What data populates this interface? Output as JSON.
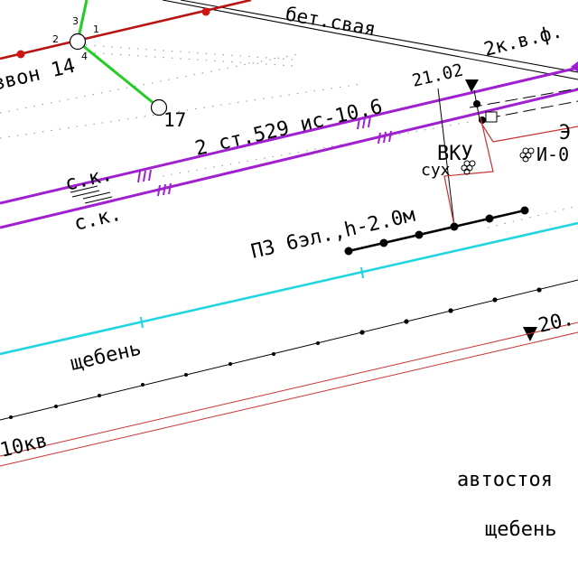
{
  "labels": {
    "bet_svaya": "бет.свая",
    "two_kvf": "2к.в.ф.",
    "zvon": "звон 14",
    "node_17": "17",
    "elev_21": "21.02",
    "cable_desc": "2 ст.529 ис-10.6",
    "sk_upper": "с.к.",
    "sk_lower": "с.к.",
    "vku": "ВКУ",
    "sukh": "сух",
    "i_label": "И-0",
    "e_label": "Э",
    "pz": "ПЗ 6эл.,h-2.0м",
    "shcheben_left": "щебень",
    "elev_20": "20.",
    "kv10": "10кв",
    "avtostoyanka": "автостоя",
    "shcheben_right": "щебень"
  },
  "node_ports": [
    "3",
    "1",
    "2",
    "4"
  ],
  "colors": {
    "red_line": "#b81414",
    "red_point": "#d01515",
    "green_line": "#22cc22",
    "purple_line": "#a020d0",
    "cyan_line": "#1fd5e0",
    "black_line": "#000000",
    "thin_red": "#c83232"
  }
}
